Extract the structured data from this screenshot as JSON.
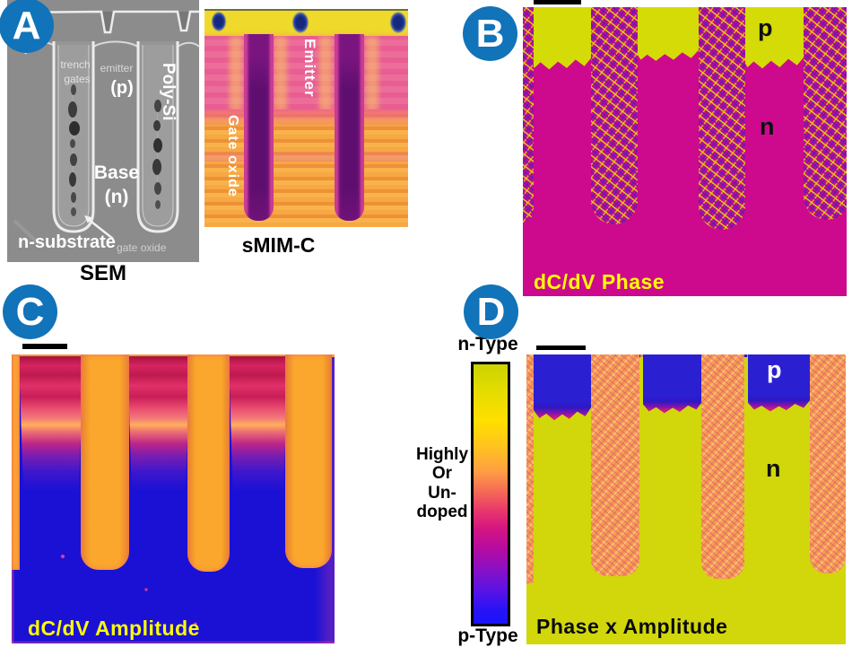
{
  "figure": {
    "badges": {
      "a": "A",
      "b": "B",
      "c": "C",
      "d": "D"
    },
    "panel_a": {
      "sem": {
        "caption": "SEM",
        "label_trench_1": "trench",
        "label_trench_2": "gates",
        "label_emitter": "emitter",
        "label_p": "(p)",
        "label_poly": "Poly-Si",
        "label_base": "Base",
        "label_base_n": "(n)",
        "label_substrate": "n-substrate",
        "label_gate_oxide": "gate oxide"
      },
      "smim": {
        "caption": "sMIM-C",
        "label_emitter": "Emitter",
        "label_gate_oxide": "Gate oxide"
      }
    },
    "panel_b": {
      "title": "dC/dV Phase",
      "label_p": "p",
      "label_n": "n"
    },
    "panel_c": {
      "title": "dC/dV Amplitude"
    },
    "panel_d": {
      "title": "Phase x Amplitude",
      "label_p": "p",
      "label_n": "n",
      "colorbar": {
        "top": "n-Type",
        "middle": "Highly\nOr\nUn-\ndoped",
        "bottom": "p-Type"
      }
    }
  },
  "colors": {
    "badge_blue": "#1173B9",
    "phase_magenta": "#CD0A8D",
    "phase_yellow": "#D5DB07",
    "amplitude_blue": "#1A11D5",
    "amplitude_orange": "#FBA62C",
    "pxa_background_yellow": "#D1D70A",
    "pxa_blue": "#2B1FD2",
    "title_label_yellow": "#FFFF00"
  }
}
